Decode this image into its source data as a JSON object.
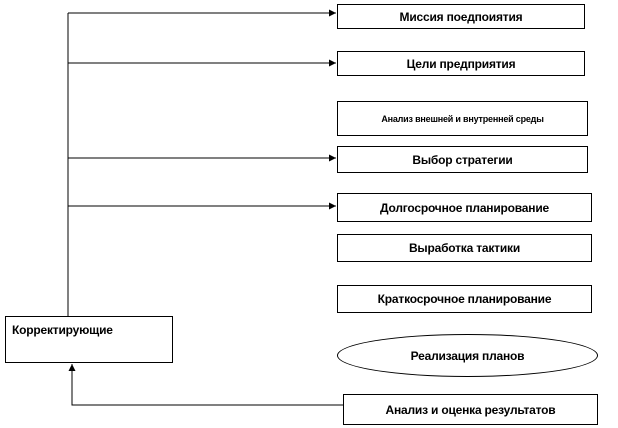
{
  "diagram": {
    "steps": [
      "Миссия поедпоиятия",
      "Цели предприятия",
      "Анализ внешней  и внутренней  среды",
      "Выбор стратегии",
      "Долгосрочное планирование",
      "Выработка тактики",
      "Краткосрочное планирование",
      "Реализация планов",
      "Анализ и оценка результатов"
    ],
    "corrective": "Корректирующие"
  },
  "colors": {
    "line": "#000000",
    "background": "#ffffff"
  }
}
